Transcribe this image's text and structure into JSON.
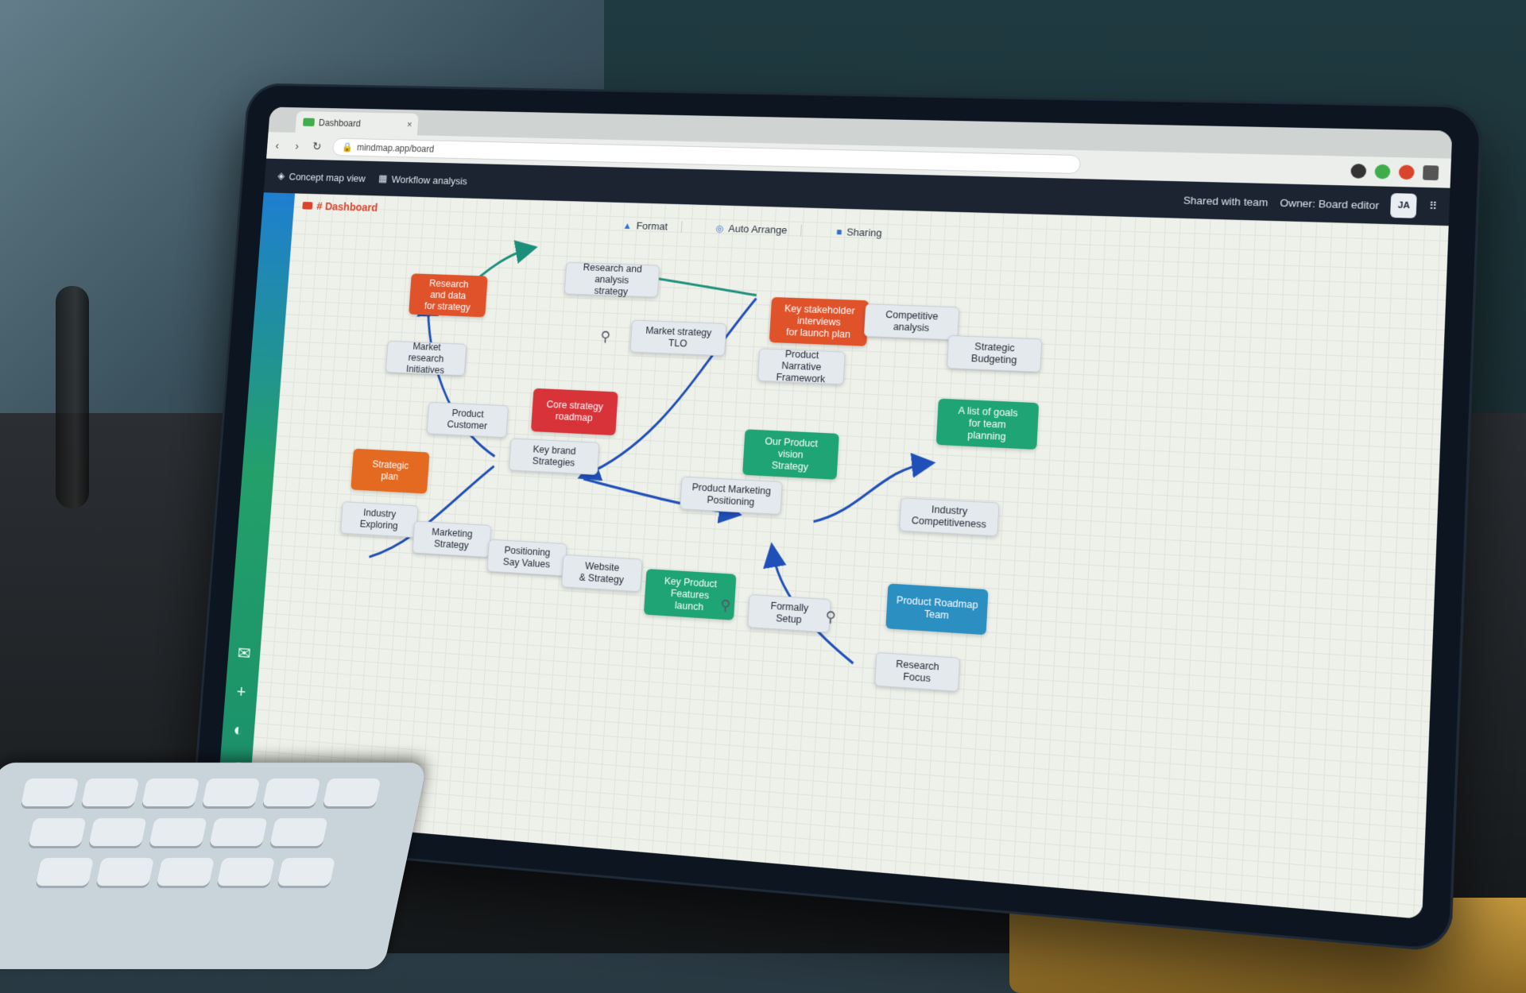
{
  "browser": {
    "tab_title": "Dashboard",
    "url": "mindmap.app/board",
    "nav": {
      "back": "‹",
      "forward": "›",
      "reload": "↻"
    }
  },
  "app": {
    "header_items": [
      "Concept map view",
      "Workflow analysis"
    ],
    "header_right_text": "Shared with team",
    "header_right_text2": "Owner: Board editor",
    "avatar_text": "JA"
  },
  "canvas": {
    "breadcrumb": "# Dashboard",
    "toolbar": [
      "Format",
      "Auto Arrange",
      "Sharing"
    ]
  },
  "sidebar": {
    "icons": [
      "chat-icon",
      "plus-icon",
      "palette-icon",
      "refresh-icon",
      "calendar-icon"
    ]
  },
  "nodes": {
    "n1": "Research\nand data\nfor strategy",
    "n2": "Research and\nanalysis\nstrategy",
    "n3": "Key stakeholder\ninterviews\nfor launch plan",
    "n4": "Competitive\nanalysis",
    "n5": "Market strategy\nTLO",
    "n6": "Strategic\nBudgeting",
    "n7": "Product Narrative\nFramework",
    "n8": "A list of goals\nfor team\nplanning",
    "n9": "Market research\nInitiatives",
    "n10": "Core strategy\nroadmap",
    "n11": "Product\nCustomer",
    "n12": "Key brand\nStrategies",
    "n13": "Our Product\nvision\nStrategy",
    "n14": "Product Marketing\nPositioning",
    "n15": "Industry\nCompetitiveness",
    "n16": "Strategic\nplan",
    "n17": "Industry\nExploring",
    "n18": "Marketing\nStrategy",
    "n19": "Positioning\nSay Values",
    "n20": "Website\n& Strategy",
    "n21": "Key Product\nFeatures\nlaunch",
    "n22": "Formally\nSetup",
    "n23": "Product Roadmap\nTeam",
    "n24": "Research\nFocus"
  },
  "colors": {
    "orange": "#e0522a",
    "red": "#d9333a",
    "green": "#1fa476",
    "blue": "#2b8fc2",
    "link_blue": "#1f4fb8",
    "link_teal": "#1c8f7a"
  }
}
